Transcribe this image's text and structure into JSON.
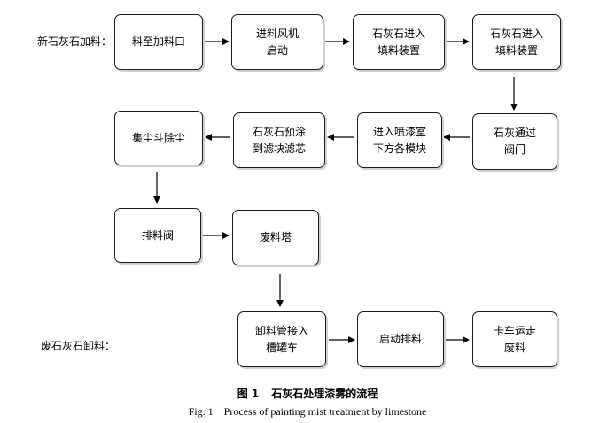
{
  "row_labels": {
    "add": "新石灰石加料：",
    "unload": "废石灰石卸料："
  },
  "nodes": {
    "feed_port": [
      "料至加料口"
    ],
    "fan_start": [
      "进料风机",
      "启动"
    ],
    "limestone_enter_1": [
      "石灰石进入",
      "填料装置"
    ],
    "limestone_enter_2": [
      "石灰石进入",
      "填料装置"
    ],
    "lime_valve": [
      "石灰通过",
      "阀门"
    ],
    "spray_booth": [
      "进入喷漆室",
      "下方各模块"
    ],
    "precoat_filter": [
      "石灰石预涂",
      "到滤块滤芯"
    ],
    "dust_hopper": [
      "集尘斗除尘"
    ],
    "discharge_valve": [
      "排料阀"
    ],
    "waste_tower": [
      "废料塔"
    ],
    "discharge_pipe": [
      "卸料管接入",
      "槽罐车"
    ],
    "start_discharge": [
      "启动排料"
    ],
    "truck_haul": [
      "卡车运走",
      "废料"
    ]
  },
  "caption": {
    "fig_no_cn": "图 1",
    "title_cn": "石灰石处理漆雾的流程",
    "title_en": "Fig. 1    Process of painting mist treatment by limestone"
  }
}
